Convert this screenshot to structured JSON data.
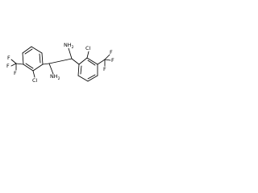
{
  "molecule": {
    "atom_labels": {
      "nh2_upper": {
        "main": "NH",
        "sub": "2"
      },
      "nh2_lower": {
        "main": "NH",
        "sub": "2"
      },
      "cl_left": "Cl",
      "cl_right": "Cl",
      "cf3_left": [
        "F",
        "F",
        "F"
      ],
      "cf3_right": [
        "F",
        "F",
        "F"
      ]
    }
  },
  "colors": {
    "ink": "#000000",
    "background": "#ffffff"
  }
}
